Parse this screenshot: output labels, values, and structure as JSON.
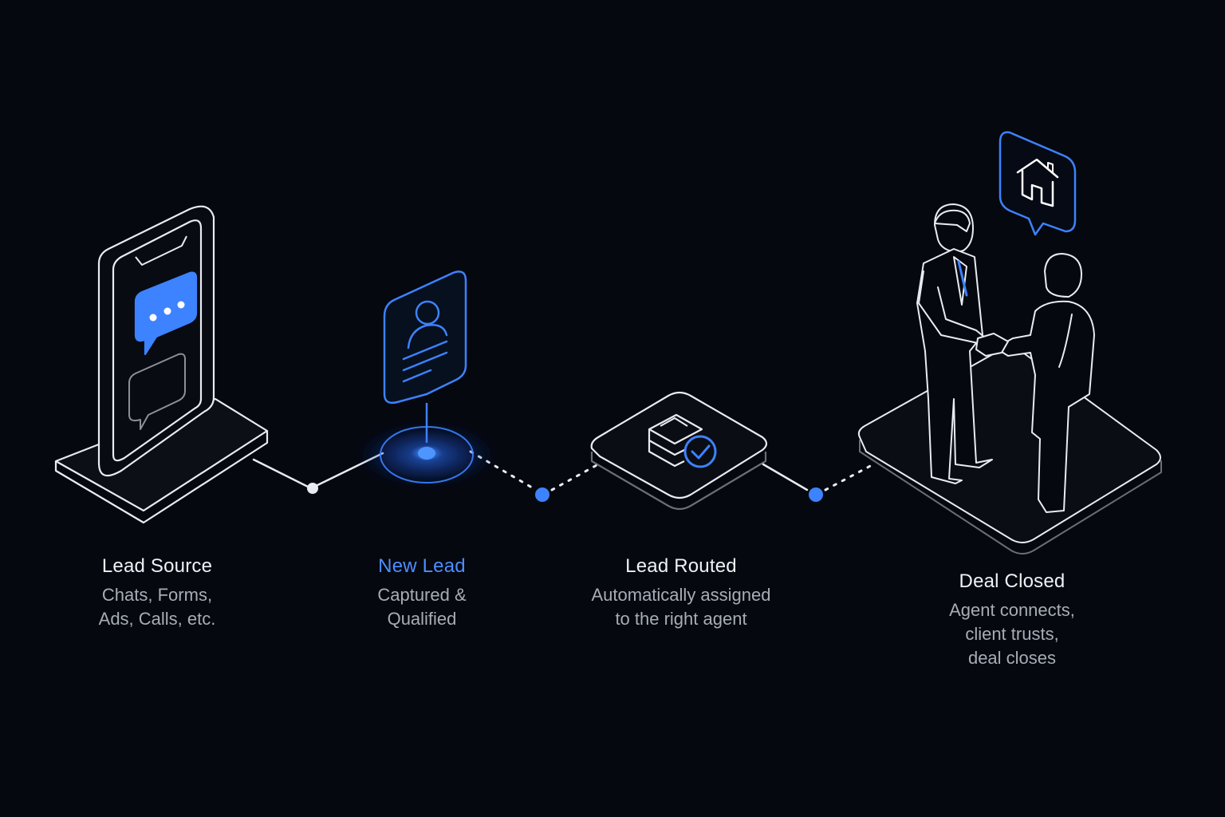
{
  "colors": {
    "background": "#05080f",
    "line": "#e8ecf2",
    "accent": "#3d82ff",
    "title": "#eef2f7",
    "description": "#a7adb6"
  },
  "stages": [
    {
      "id": "lead-source",
      "title": "Lead Source",
      "description": "Chats, Forms,\nAds, Calls, etc.",
      "icon": "smartphone-chat-icon",
      "active": false
    },
    {
      "id": "new-lead",
      "title": "New Lead",
      "description": "Captured &\nQualified",
      "icon": "contact-card-icon",
      "active": true
    },
    {
      "id": "lead-routed",
      "title": "Lead Routed",
      "description": "Automatically assigned\nto the right agent",
      "icon": "stack-check-icon",
      "active": false
    },
    {
      "id": "deal-closed",
      "title": "Deal Closed",
      "description": "Agent connects,\nclient trusts,\ndeal closes",
      "icon": "handshake-house-icon",
      "active": false
    }
  ]
}
